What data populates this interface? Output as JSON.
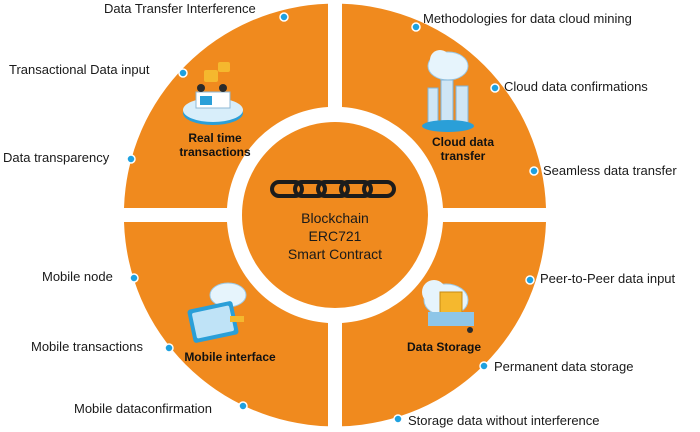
{
  "colors": {
    "ring": "#F08A1E",
    "center": "#F08A1E",
    "dot": "#1EA1E0",
    "text": "#1A1A1A"
  },
  "center": {
    "icon": "chain-icon",
    "line1": "Blockchain",
    "line2": "ERC721",
    "line3": "Smart Contract"
  },
  "quadrants": {
    "top_left": {
      "title_line1": "Real time",
      "title_line2": "transactions",
      "icon": "people-at-desk-icon",
      "items": [
        "Data Transfer Interference",
        "Transactional Data input",
        "Data transparency"
      ]
    },
    "top_right": {
      "title_line1": "Cloud data",
      "title_line2": "transfer",
      "icon": "cloud-server-icon",
      "items": [
        "Methodologies for data cloud mining",
        "Cloud data confirmations",
        "Seamless data transfer"
      ]
    },
    "bottom_left": {
      "title_line1": "Mobile interface",
      "icon": "mobile-device-icon",
      "items": [
        "Mobile node",
        "Mobile transactions",
        "Mobile dataconfirmation"
      ]
    },
    "bottom_right": {
      "title_line1": "Data Storage",
      "icon": "storage-cloud-icon",
      "items": [
        "Peer-to-Peer data input",
        "Permanent data storage",
        "Storage data without interference"
      ]
    }
  }
}
